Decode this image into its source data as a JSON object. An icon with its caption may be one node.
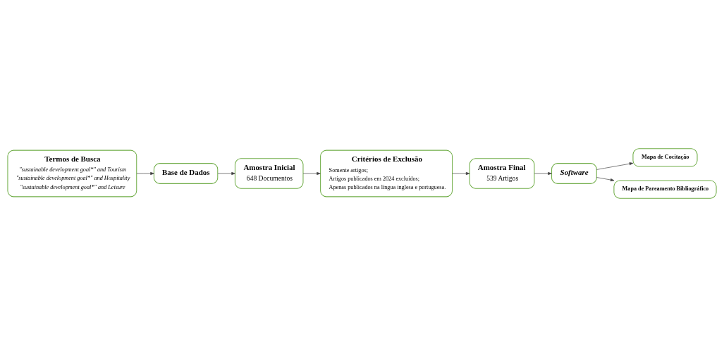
{
  "diagram": {
    "nodes": [
      {
        "text": [
          "Termos de Busca",
          "\"sustainable development goal*\" and Tourism",
          "\"sustainable development goal*\" and Hospitality",
          "\"sustainable development goal*\" and Leisure"
        ]
      },
      {
        "text": [
          "Base de Dados"
        ]
      },
      {
        "text": [
          "Amostra Inicial",
          "648 Documentos"
        ]
      },
      {
        "text": [
          "Critérios de Exclusão",
          "Somente artigos;",
          "Artigos publicados em 2024 excluídos;",
          "Apenas publicados na língua inglesa e portuguesa."
        ]
      },
      {
        "text": [
          "Amostra Final",
          "539 Artigos"
        ]
      },
      {
        "text": [
          "Software"
        ]
      },
      {
        "text": [
          "Mapa de Cocitação"
        ]
      },
      {
        "text": [
          "Mapa de Pareamento Bibliográfico"
        ]
      }
    ],
    "edges": [
      {
        "from": 0,
        "to": 1,
        "arrow": "to"
      },
      {
        "from": 1,
        "to": 2,
        "arrow": "to"
      },
      {
        "from": 2,
        "to": 3,
        "arrow": "to"
      },
      {
        "from": 3,
        "to": 4,
        "arrow": "to"
      },
      {
        "from": 4,
        "to": 5,
        "arrow": "to"
      },
      {
        "from": 5,
        "to": 6,
        "arrow": "to"
      },
      {
        "from": 5,
        "to": 7,
        "arrow": "to"
      }
    ]
  }
}
